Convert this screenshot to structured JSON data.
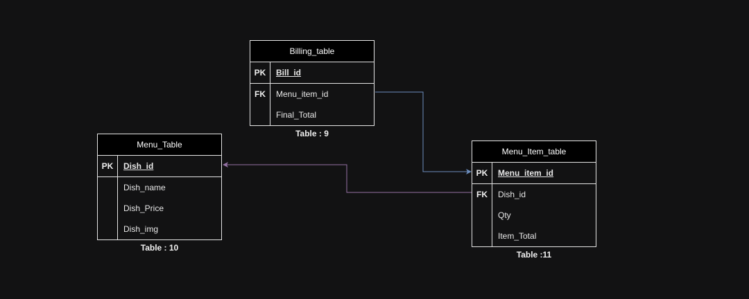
{
  "colors": {
    "background": "#121213",
    "entity_border": "#e6e6e6",
    "header_fill": "#000000",
    "link_blue": "#6c8ebf",
    "link_purple": "#9673a6"
  },
  "billing": {
    "title": "Billing_table",
    "rows": [
      {
        "key": "PK",
        "field": "Bill_id"
      },
      {
        "key": "FK",
        "field": "Menu_item_id"
      },
      {
        "key": "",
        "field": "Final_Total"
      }
    ],
    "caption": "Table : 9"
  },
  "menu": {
    "title": "Menu_Table",
    "rows": [
      {
        "key": "PK",
        "field": "Dish_id"
      },
      {
        "key": "",
        "field": "Dish_name"
      },
      {
        "key": "",
        "field": "Dish_Price"
      },
      {
        "key": "",
        "field": "Dish_img"
      }
    ],
    "caption": "Table : 10"
  },
  "menu_item": {
    "title": "Menu_Item_table",
    "rows": [
      {
        "key": "PK",
        "field": "Menu_item_id"
      },
      {
        "key": "FK",
        "field": "Dish_id"
      },
      {
        "key": "",
        "field": "Qty"
      },
      {
        "key": "",
        "field": "Item_Total"
      }
    ],
    "caption": "Table :11"
  },
  "relationships": [
    {
      "from": "Billing_table.Menu_item_id",
      "to": "Menu_Item_table.Menu_item_id"
    },
    {
      "from": "Menu_Item_table.Dish_id",
      "to": "Menu_Table.Dish_id"
    }
  ]
}
